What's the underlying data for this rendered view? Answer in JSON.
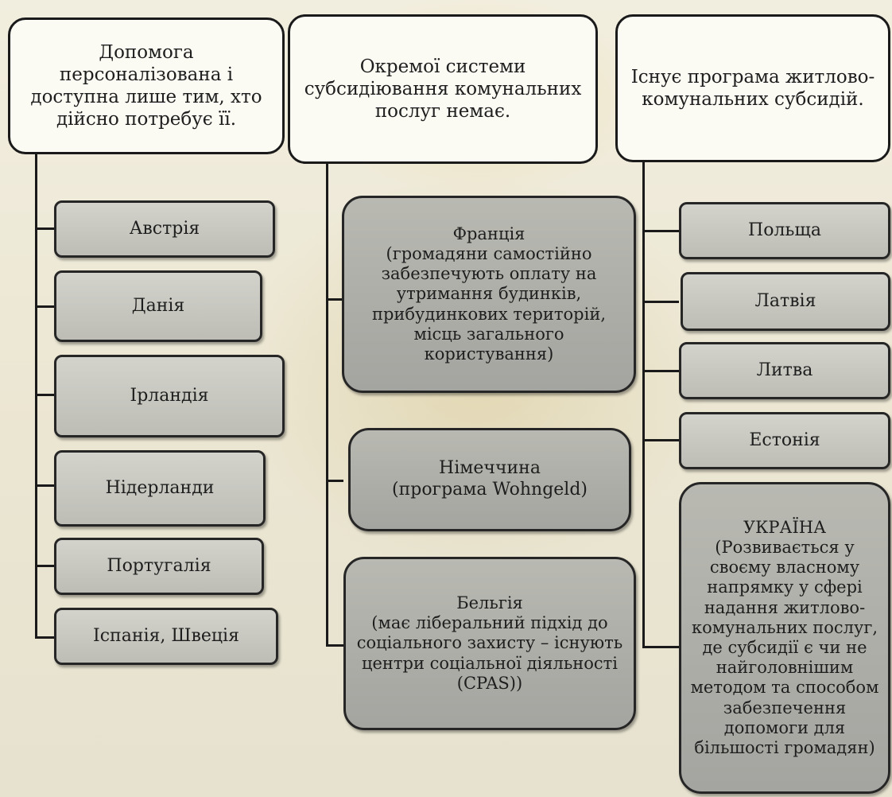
{
  "columns": [
    {
      "header": "Допомога персоналізована і доступна лише тим, хто дійсно потребує її.",
      "items": [
        "Австрія",
        "Данія",
        "Ірландія",
        "Нідерланди",
        "Португалія",
        "Іспанія, Швеція"
      ]
    },
    {
      "header": "Окремої системи субсидіювання комунальних послуг немає.",
      "items": [
        "Франція\n(громадяни самостійно забезпечують оплату на утримання будинків, прибудинкових територій, місць загального користування)",
        "Німеччина\n(програма Wohngeld)",
        "Бельгія\n(має ліберальний підхід до соціального захисту – існують центри соціальної діяльності (CPAS))"
      ]
    },
    {
      "header": "Існує програма житлово-комунальних субсидій.",
      "items": [
        "Польща",
        "Латвія",
        "Литва",
        "Естонія",
        "УКРАЇНА\n(Розвивається у своєму власному напрямку у сфері надання житлово-комунальних послуг, де субсидії є чи не найголовнішим методом та способом забезпечення допомоги для більшості громадян)"
      ]
    }
  ]
}
